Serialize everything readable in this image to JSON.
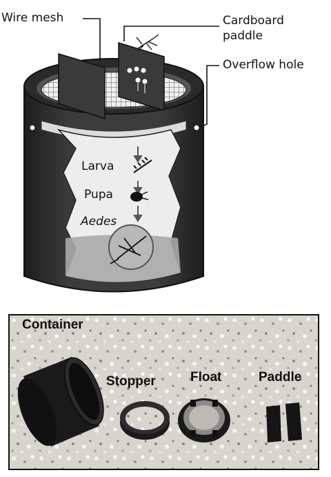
{
  "top_diagram": {
    "labels": {
      "wire_mesh": "Wire mesh",
      "cardboard_paddle_line1": "Cardboard",
      "cardboard_paddle_line2": "paddle",
      "overflow_hole": "Overflow hole"
    },
    "stages": {
      "larva": "Larva",
      "pupa": "Pupa",
      "aedes": "Aedes"
    }
  },
  "photo_panel": {
    "labels": {
      "container": "Container",
      "stopper": "Stopper",
      "float": "Float",
      "paddle": "Paddle"
    }
  },
  "colors": {
    "container_dark": "#2b2b2b",
    "container_light": "#4a4a4a",
    "inner_light": "#e9e9e9",
    "water": "#a8a8a8",
    "photo_bg": "#d6d2cc"
  }
}
